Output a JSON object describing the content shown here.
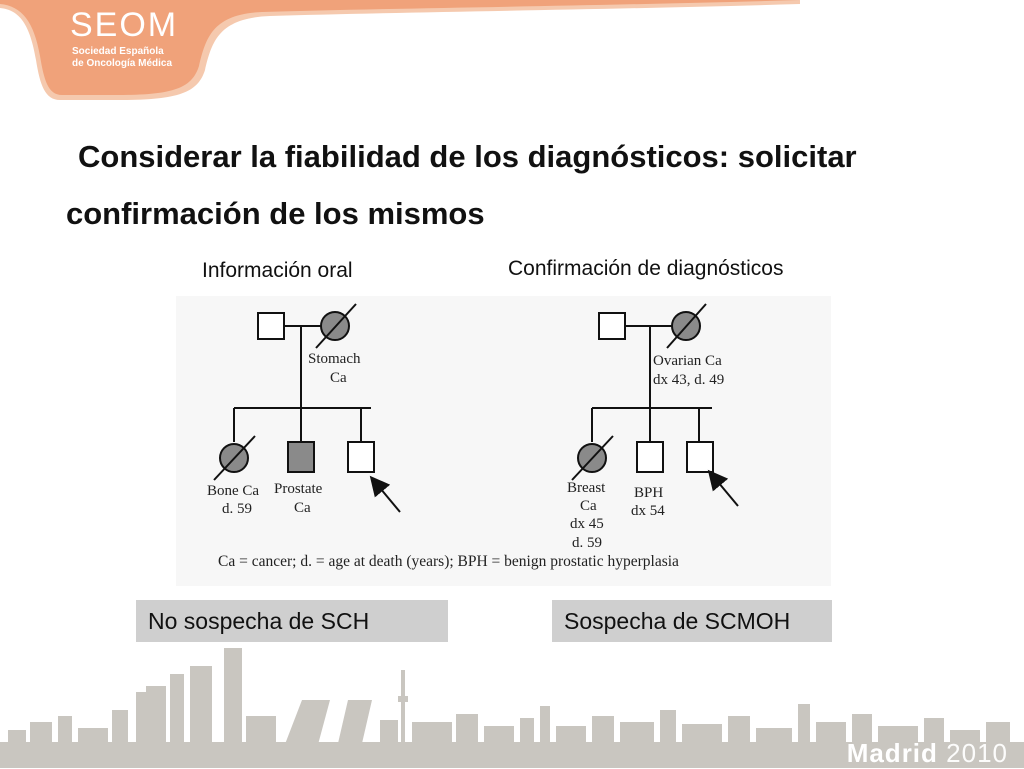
{
  "logo": {
    "name": "SEOM",
    "subtitle_line1": "Sociedad Española",
    "subtitle_line2": "de Oncología Médica"
  },
  "title": {
    "line1": "Considerar la fiabilidad de los diagnósticos: solicitar",
    "line2": "confirmación de los mismos"
  },
  "columns": {
    "left_heading": "Información oral",
    "right_heading": "Confirmación de diagnósticos"
  },
  "pedigree_left": {
    "mother_label_1": "Stomach",
    "mother_label_2": "Ca",
    "child1_label_1": "Bone Ca",
    "child1_label_2": "d. 59",
    "child2_label_1": "Prostate",
    "child2_label_2": "Ca"
  },
  "pedigree_right": {
    "mother_label_1": "Ovarian Ca",
    "mother_label_2": "dx 43, d. 49",
    "child1_label_1": "Breast",
    "child1_label_2": "Ca",
    "child1_label_3": "dx 45",
    "child1_label_4": "d. 59",
    "child2_label_1": "BPH",
    "child2_label_2": "dx 54"
  },
  "legend": "Ca = cancer; d. = age at death (years); BPH = benign prostatic hyperplasia",
  "verdicts": {
    "left": "No sospecha de SCH",
    "right": "Sospecha de SCMOH"
  },
  "footer": {
    "city": "Madrid",
    "year": "2010"
  },
  "colors": {
    "logo_orange": "#f0a27a",
    "skyline_gray": "#c9c6c0",
    "affected_fill": "#8a8a8a",
    "verdict_bg": "#cfcfcf"
  }
}
